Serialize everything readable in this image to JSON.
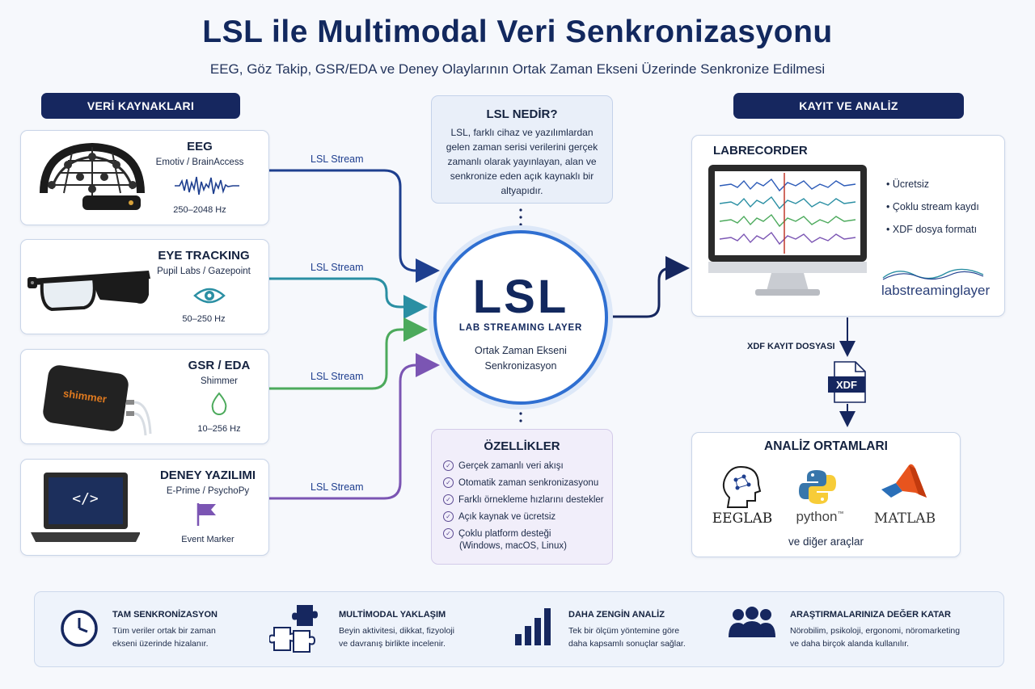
{
  "header": {
    "title": "LSL ile Multimodal Veri Senkronizasyonu",
    "subtitle": "EEG, Göz Takip, GSR/EDA ve Deney Olaylarının Ortak Zaman Ekseni Üzerinde Senkronize Edilmesi"
  },
  "left_panel": {
    "header": "VERİ KAYNAKLARI",
    "sources": [
      {
        "title": "EEG",
        "subtitle": "Emotiv / BrainAccess",
        "rate": "250–2048 Hz",
        "stream_label": "LSL Stream",
        "color": "#1e3f8f"
      },
      {
        "title": "EYE TRACKING",
        "subtitle": "Pupil Labs / Gazepoint",
        "rate": "50–250 Hz",
        "stream_label": "LSL Stream",
        "color": "#2a8fa3"
      },
      {
        "title": "GSR / EDA",
        "subtitle": "Shimmer",
        "rate": "10–256 Hz",
        "stream_label": "LSL Stream",
        "color": "#4caa5c",
        "device_brand": "shimmer"
      },
      {
        "title": "DENEY YAZILIMI",
        "subtitle": "E-Prime / PsychoPy",
        "rate": "Event Marker",
        "stream_label": "LSL Stream",
        "color": "#7b55b3",
        "code_symbol": "</>"
      }
    ]
  },
  "center": {
    "info": {
      "title": "LSL NEDİR?",
      "lines": [
        "LSL, farklı cihaz ve yazılımlardan",
        "gelen zaman serisi verilerini gerçek",
        "zamanlı olarak yayınlayan, alan ve",
        "senkronize eden açık kaynaklı bir",
        "altyapıdır."
      ]
    },
    "hub": {
      "logo": "LSL",
      "name": "LAB STREAMING LAYER",
      "line1": "Ortak Zaman Ekseni",
      "line2": "Senkronizasyon"
    },
    "features": {
      "title": "ÖZELLİKLER",
      "items": [
        [
          "Gerçek zamanlı veri akışı"
        ],
        [
          "Otomatik zaman senkronizasyonu"
        ],
        [
          "Farklı örnekleme hızlarını destekler"
        ],
        [
          "Açık kaynak ve ücretsiz"
        ],
        [
          "Çoklu platform desteği",
          "(Windows, macOS, Linux)"
        ]
      ]
    }
  },
  "right_panel": {
    "header": "KAYIT VE ANALİZ",
    "recorder": {
      "title": "LABRECORDER",
      "bullets": [
        "Ücretsiz",
        "Çoklu stream kaydı",
        "XDF dosya formatı"
      ],
      "brand": "labstreaminglayer"
    },
    "file_label": "XDF KAYIT DOSYASI",
    "file_badge": "XDF",
    "analysis": {
      "title": "ANALİZ ORTAMLARI",
      "tools": [
        "EEGLAB",
        "python",
        "MATLAB"
      ],
      "trademark": "™",
      "footer": "ve diğer araçlar"
    }
  },
  "bottom": {
    "items": [
      {
        "icon": "clock-icon",
        "title": "TAM SENKRONİZASYON",
        "desc": [
          "Tüm veriler ortak bir zaman",
          "ekseni üzerinde hizalanır."
        ]
      },
      {
        "icon": "puzzle-icon",
        "title": "MULTİMODAL YAKLAŞIM",
        "desc": [
          "Beyin aktivitesi, dikkat, fizyoloji",
          "ve davranış birlikte incelenir."
        ]
      },
      {
        "icon": "bar-chart-icon",
        "title": "DAHA ZENGİN ANALİZ",
        "desc": [
          "Tek bir ölçüm yöntemine göre",
          "daha kapsamlı sonuçlar sağlar."
        ]
      },
      {
        "icon": "users-icon",
        "title": "ARAŞTIRMALARINIZA DEĞER KATAR",
        "desc": [
          "Nörobilim, psikoloji, ergonomi, nöromarketing",
          "ve daha birçok alanda kullanılır."
        ]
      }
    ]
  },
  "colors": {
    "navy": "#16275f",
    "eeg": "#1e3f8f",
    "eye": "#2a8fa3",
    "gsr": "#4caa5c",
    "event": "#7b55b3",
    "hub_ring": "#2f6fd1"
  }
}
